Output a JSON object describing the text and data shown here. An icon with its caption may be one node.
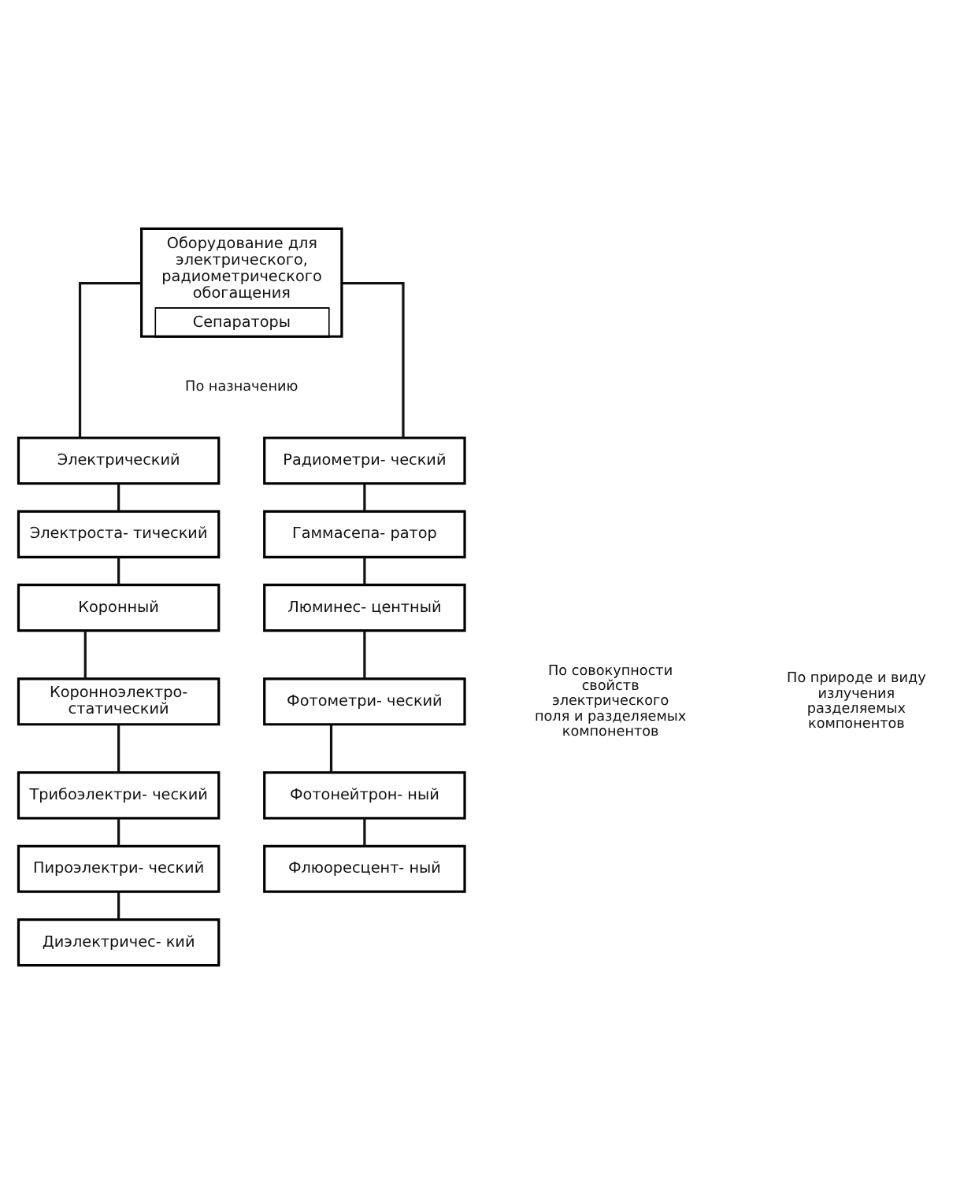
{
  "diagram": {
    "nodes": [
      {
        "text": [
          "Оборудование для электрического, радиометрического обогащения",
          "Сепараторы"
        ]
      },
      {
        "text": [
          "Электрический"
        ]
      },
      {
        "text": [
          "Электроста- тический"
        ]
      },
      {
        "text": [
          "Коронный"
        ]
      },
      {
        "text": [
          "Коронноэлектро- статический"
        ]
      },
      {
        "text": [
          "Трибоэлектри- ческий"
        ]
      },
      {
        "text": [
          "Пироэлектри- ческий"
        ]
      },
      {
        "text": [
          "Диэлектричес- кий"
        ]
      },
      {
        "text": [
          "Радиометри- ческий"
        ]
      },
      {
        "text": [
          "Гаммасепа- ратор"
        ]
      },
      {
        "text": [
          "Люминес- центный"
        ]
      },
      {
        "text": [
          "Фотометри- ческий"
        ]
      },
      {
        "text": [
          "Фотонейтрон- ный"
        ]
      },
      {
        "text": [
          "Флюоресцент- ный"
        ]
      }
    ],
    "edges": [
      {
        "from": 0,
        "to": 1,
        "arrow": "none"
      },
      {
        "from": 0,
        "to": 8,
        "arrow": "none"
      },
      {
        "from": 1,
        "to": 2,
        "arrow": "none"
      },
      {
        "from": 2,
        "to": 3,
        "arrow": "none"
      },
      {
        "from": 3,
        "to": 4,
        "arrow": "none"
      },
      {
        "from": 4,
        "to": 5,
        "arrow": "none"
      },
      {
        "from": 5,
        "to": 6,
        "arrow": "none"
      },
      {
        "from": 6,
        "to": 7,
        "arrow": "none"
      },
      {
        "from": 8,
        "to": 9,
        "arrow": "none"
      },
      {
        "from": 9,
        "to": 10,
        "arrow": "none"
      },
      {
        "from": 10,
        "to": 11,
        "arrow": "none"
      },
      {
        "from": 11,
        "to": 12,
        "arrow": "none"
      },
      {
        "from": 12,
        "to": 13,
        "arrow": "none"
      }
    ],
    "labels": [
      "По назначению",
      "По совокупности свойств электрического поля и разделяемых компонентов",
      "По природе и виду излучения разделяемых компонентов"
    ]
  }
}
